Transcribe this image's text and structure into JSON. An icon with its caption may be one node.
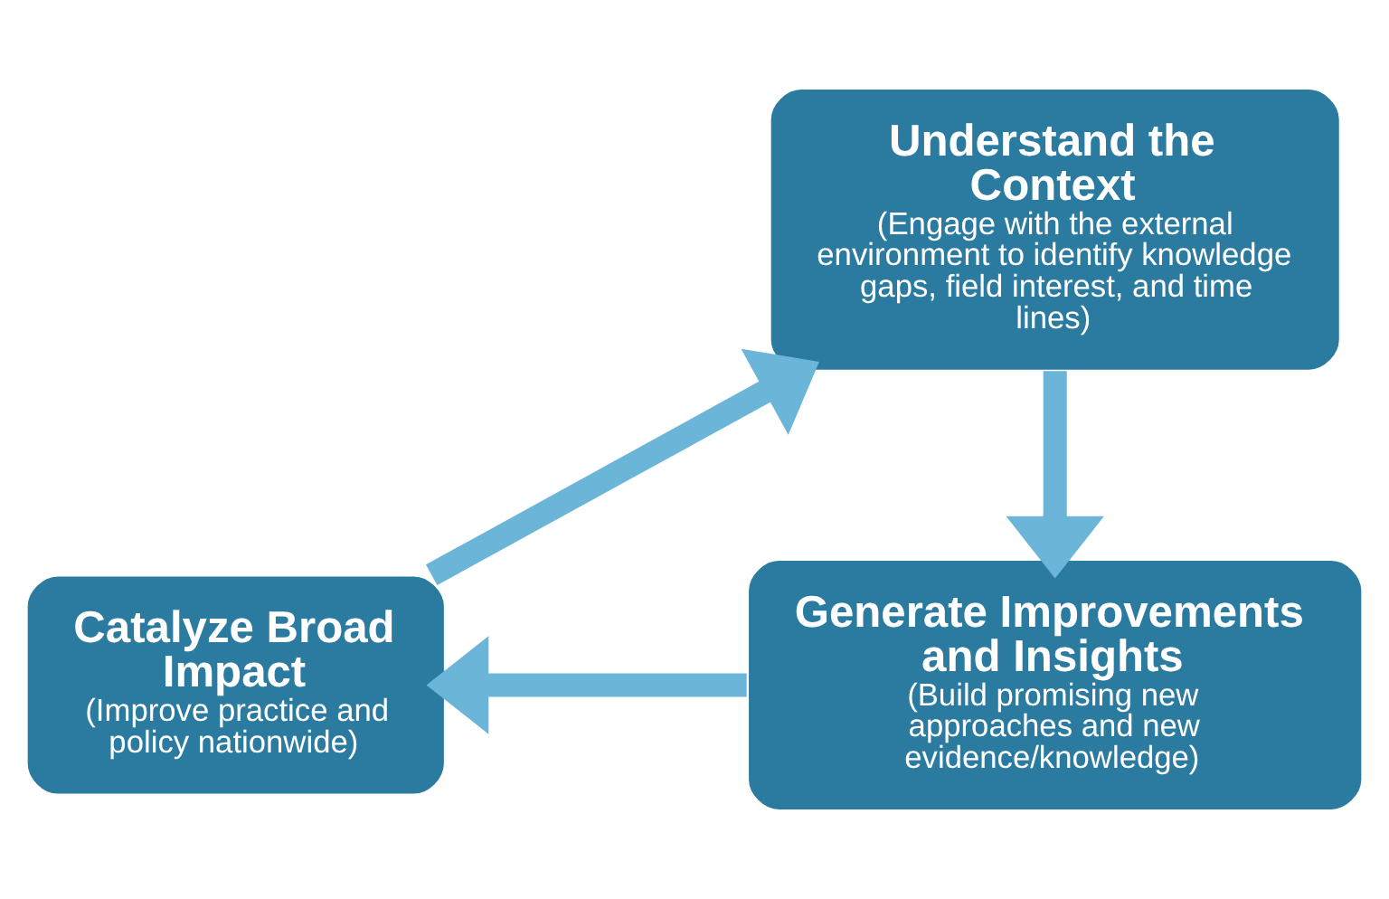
{
  "diagram": {
    "nodes": [
      {
        "text": [
          "Understand the Context",
          "(Engage with the external environment to identify knowledge gaps, field interest, and time lines)"
        ]
      },
      {
        "text": [
          "Generate Improvements and Insights",
          "(Build promising new approaches and new evidence/knowledge)"
        ]
      },
      {
        "text": [
          "Catalyze Broad Impact",
          "(Improve practice and policy nationwide)"
        ]
      }
    ],
    "edges": [
      {
        "from": 0,
        "to": 1,
        "arrow": "to"
      },
      {
        "from": 1,
        "to": 2,
        "arrow": "to"
      },
      {
        "from": 2,
        "to": 0,
        "arrow": "to"
      }
    ]
  }
}
